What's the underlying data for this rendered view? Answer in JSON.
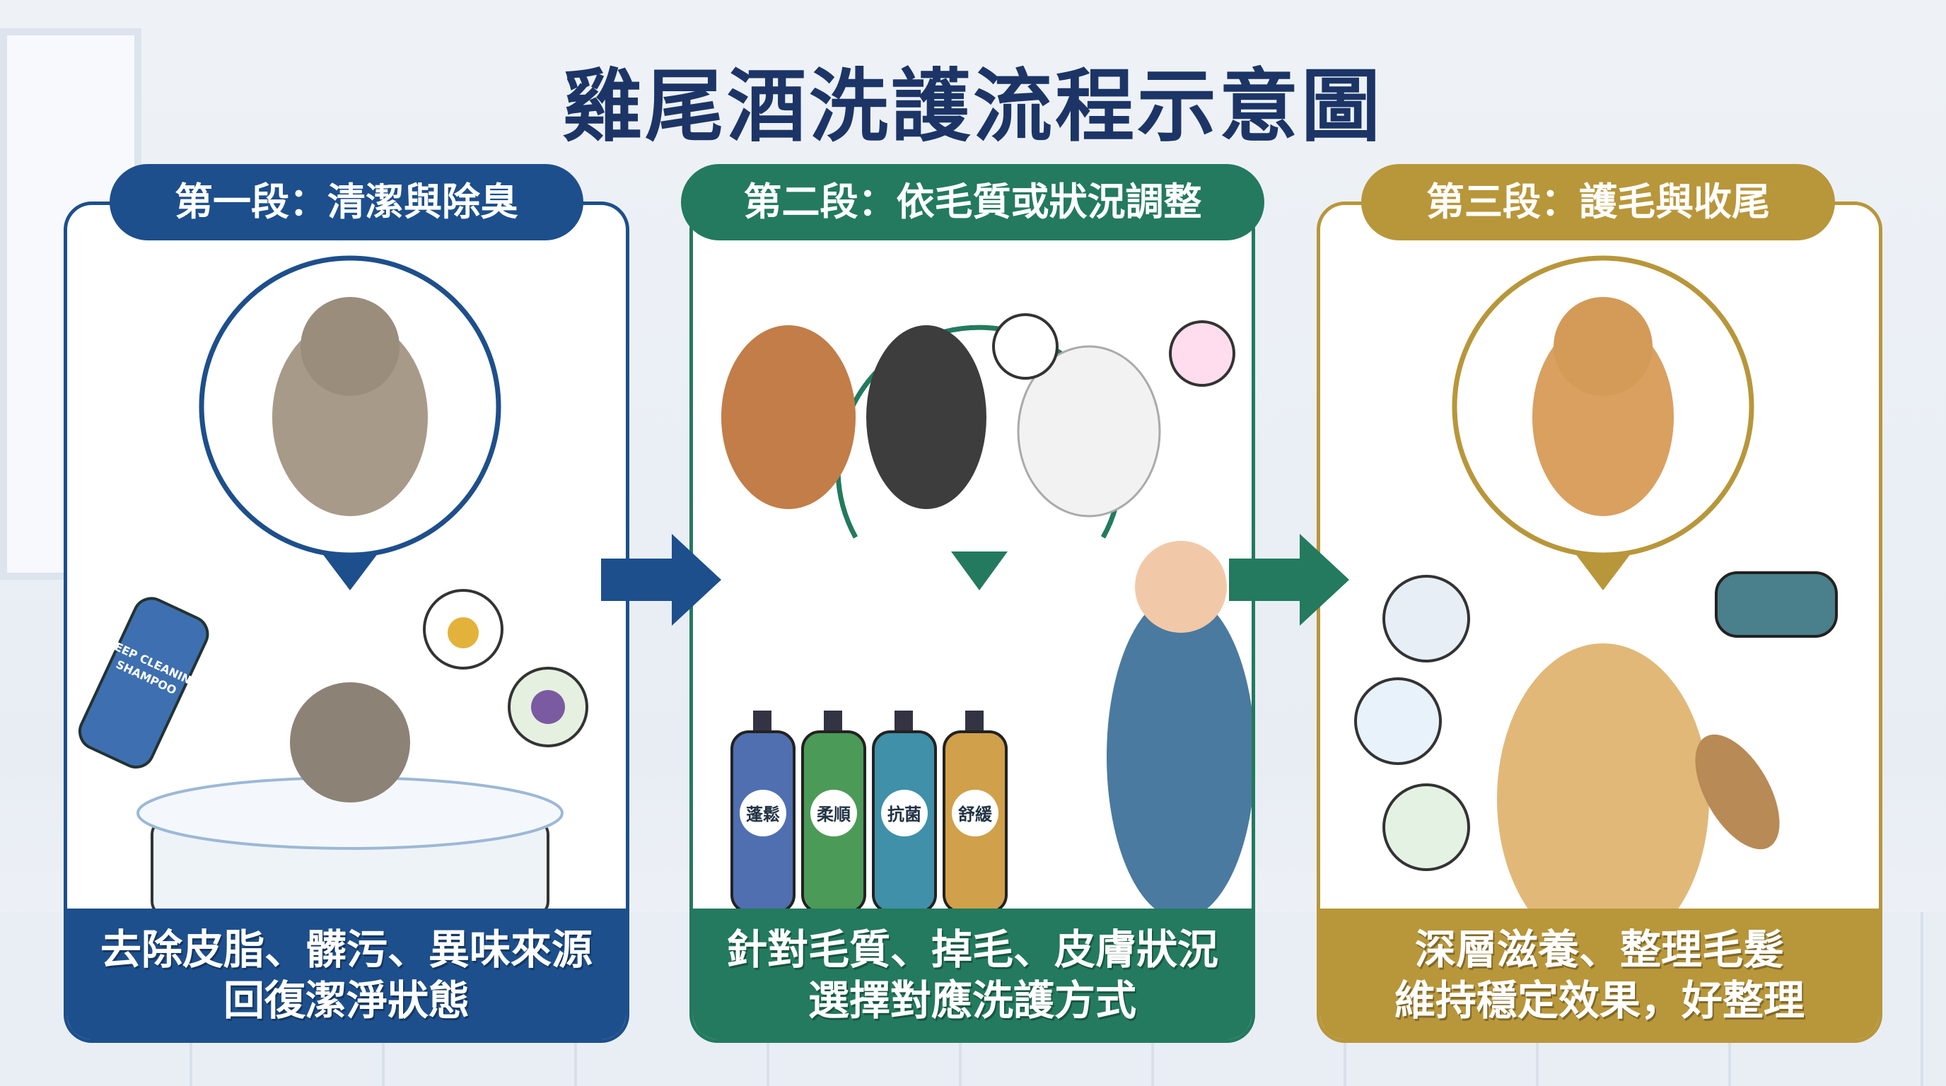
{
  "title": "雞尾酒洗護流程示意圖",
  "colors": {
    "stage1": "#1d4f8c",
    "stage2": "#237a5e",
    "stage3": "#b8963a"
  },
  "stages": [
    {
      "header": "第一段：清潔與除臭",
      "line1": "去除皮脂、髒污、異味來源",
      "line2": "回復潔淨狀態",
      "bottle_label": "DEEP CLEANING SHAMPOO"
    },
    {
      "header": "第二段：依毛質或狀況調整",
      "line1": "針對毛質、掉毛、皮膚狀況",
      "line2": "選擇對應洗護方式",
      "bottles": [
        "蓬鬆",
        "柔順",
        "抗菌",
        "舒緩"
      ]
    },
    {
      "header": "第三段：護毛與收尾",
      "line1": "深層滋養、整理毛髮",
      "line2": "維持穩定效果，好整理"
    }
  ]
}
